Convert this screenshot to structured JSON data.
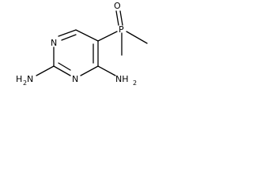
{
  "atoms": {
    "phosphorus": "P",
    "oxygen": "O",
    "ring_nitrogen_top": "N",
    "ring_nitrogen_bottom": "N",
    "amine_left": {
      "symbol": "H",
      "subscript": "2",
      "heteroatom": "N"
    },
    "amine_right": {
      "symbol": "NH",
      "subscript": "2"
    }
  }
}
